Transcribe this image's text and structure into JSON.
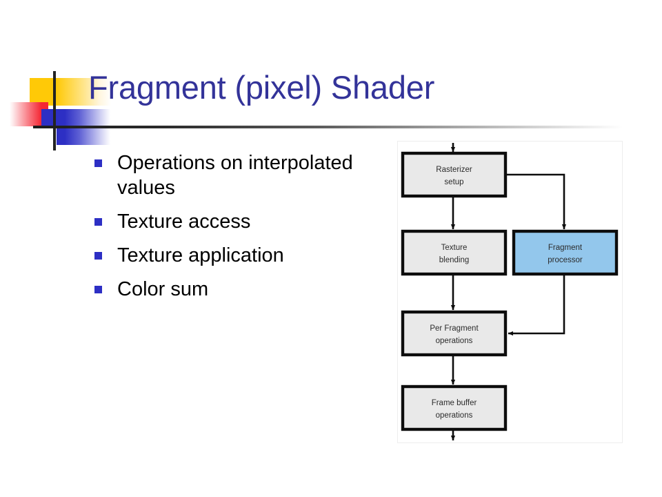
{
  "slide": {
    "title": "Fragment (pixel) Shader",
    "title_color": "#333399",
    "background": "#ffffff"
  },
  "decoration": {
    "name": "powerpoint-header-motif",
    "yellow": "#FFC907",
    "red": "#F42633",
    "blue": "#2D2FC4",
    "rule_color": "#1d1d1d"
  },
  "bullets": {
    "marker_color": "#2D2FC4",
    "items": [
      {
        "label": "Operations on interpolated values"
      },
      {
        "label": "Texture access"
      },
      {
        "label": "Texture application"
      },
      {
        "label": "Color sum"
      }
    ]
  },
  "diagram": {
    "name": "fixed-function-fragment-pipeline",
    "box_fill": "#E9E9E9",
    "box_stroke": "#0d0d0d",
    "highlight_fill": "#93C7EC",
    "frame_border": "#ededed",
    "nodes": [
      {
        "id": "rasterizer-setup",
        "line1": "Rasterizer",
        "line2": "setup",
        "highlight": false
      },
      {
        "id": "texture-blending",
        "line1": "Texture",
        "line2": "blending",
        "highlight": false
      },
      {
        "id": "fragment-processor",
        "line1": "Fragment",
        "line2": "processor",
        "highlight": true
      },
      {
        "id": "per-fragment-operations",
        "line1": "Per Fragment",
        "line2": "operations",
        "highlight": false
      },
      {
        "id": "frame-buffer-operations",
        "line1": "Frame buffer",
        "line2": "operations",
        "highlight": false
      }
    ],
    "edges": [
      {
        "from": "input",
        "to": "rasterizer-setup"
      },
      {
        "from": "rasterizer-setup",
        "to": "texture-blending"
      },
      {
        "from": "rasterizer-setup",
        "to": "fragment-processor"
      },
      {
        "from": "texture-blending",
        "to": "per-fragment-operations"
      },
      {
        "from": "fragment-processor",
        "to": "per-fragment-operations"
      },
      {
        "from": "per-fragment-operations",
        "to": "frame-buffer-operations"
      },
      {
        "from": "frame-buffer-operations",
        "to": "output"
      }
    ]
  }
}
